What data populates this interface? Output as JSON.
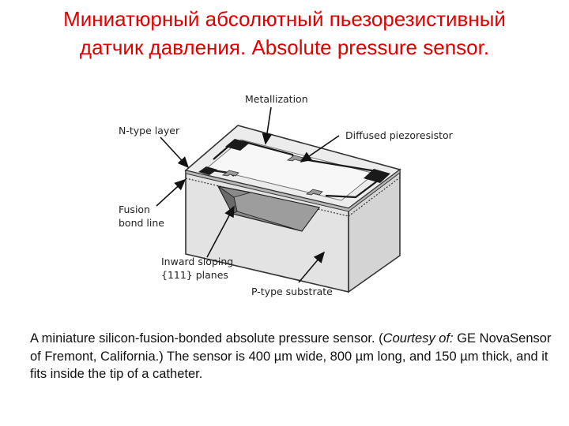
{
  "title": {
    "line1": "Миниатюрный абсолютный пьезорезистивный",
    "line2": "датчик давления. Absolute pressure sensor."
  },
  "diagram": {
    "labels": {
      "metallization": "Metallization",
      "n_type_layer": "N-type layer",
      "diffused_piezoresistor": "Diffused piezoresistor",
      "fusion_1": "Fusion",
      "fusion_2": "bond line",
      "inward_1": "Inward sloping",
      "inward_2": "{111} planes",
      "p_type_substrate": "P-type substrate"
    },
    "colors": {
      "top_surface": "#ececec",
      "inner_membrane": "#f7f7f7",
      "front_face": "#e3e3e3",
      "side_face": "#d4d4d4",
      "cavity": "#8a8a8a",
      "metal": "#1a1a1a"
    }
  },
  "caption": {
    "part1": "A miniature silicon-fusion-bonded absolute pressure sensor. (",
    "courtesy": "Courtesy of:",
    "part2": " GE NovaSensor of Fremont, California.) The sensor is 400 µm wide, 800 µm long, and 150 µm thick, and it fits inside the tip of a catheter."
  }
}
